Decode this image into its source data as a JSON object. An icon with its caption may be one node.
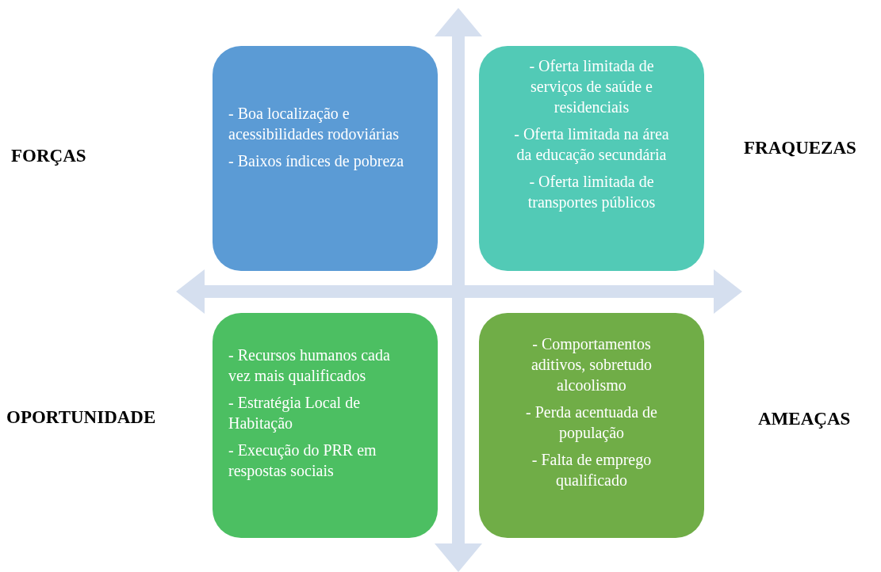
{
  "diagram": {
    "nodes": [
      {
        "text": [
          "- Boa localização e acessibilidades rodoviárias",
          "- Baixos índices de pobreza"
        ]
      },
      {
        "text": [
          "- Oferta limitada de serviços de saúde e residenciais",
          "- Oferta limitada na área da educação secundária",
          "- Oferta limitada de transportes públicos"
        ]
      },
      {
        "text": [
          "- Recursos humanos cada vez mais qualificados",
          "- Estratégia Local de Habitação",
          "- Execução do PRR em respostas sociais"
        ]
      },
      {
        "text": [
          "- Comportamentos aditivos, sobretudo alcoolismo",
          "- Perda acentuada de população",
          "- Falta de emprego qualificado"
        ]
      }
    ],
    "labels": [
      "FORÇAS",
      "FRAQUEZAS",
      "OPORTUNIDADE",
      "AMEAÇAS"
    ]
  }
}
